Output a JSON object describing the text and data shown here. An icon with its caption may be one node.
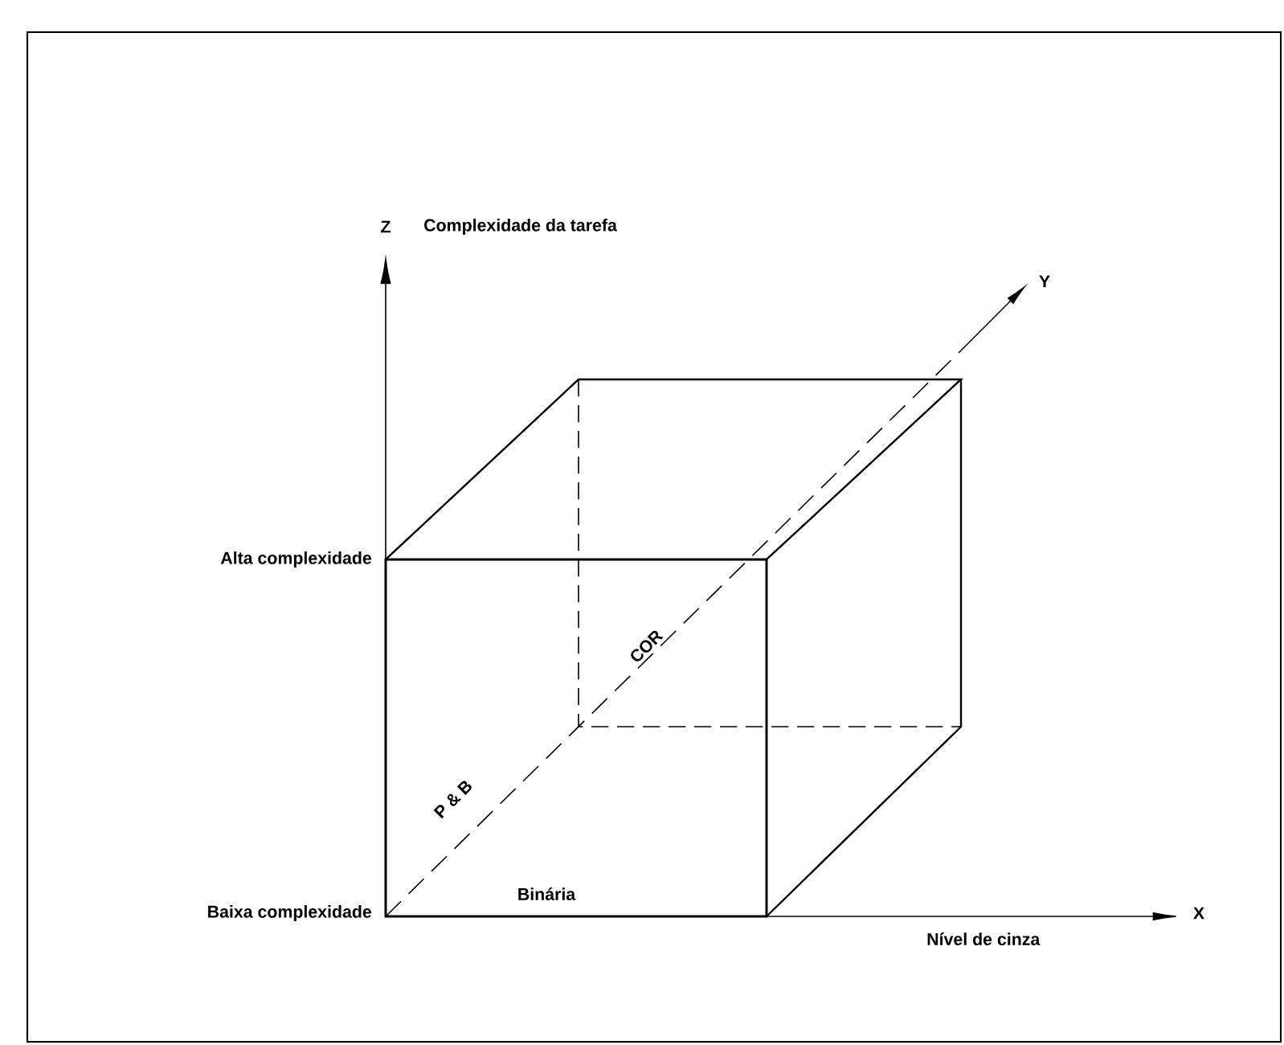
{
  "diagram": {
    "labels": [
      "Z",
      "Complexidade da tarefa",
      "Y",
      "Alta complexidade",
      "COR",
      "P & B",
      "Baixa complexidade",
      "Binária",
      "Nível de cinza",
      "X"
    ]
  }
}
